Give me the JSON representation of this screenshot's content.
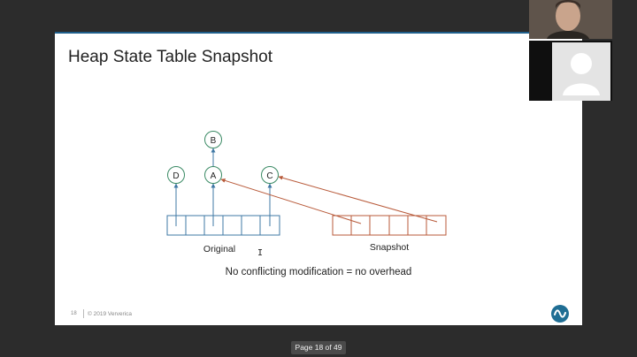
{
  "slide": {
    "title": "Heap State Table Snapshot",
    "diagram": {
      "nodes": {
        "b": "B",
        "d": "D",
        "a": "A",
        "c": "C"
      },
      "original_label": "Original",
      "snapshot_label": "Snapshot"
    },
    "caption": "No conflicting modification = no overhead",
    "footer": {
      "page_number": "18",
      "copyright": "© 2019 Ververica"
    }
  },
  "viewer": {
    "page_indicator": "Page 18 of 49"
  },
  "colors": {
    "blue": "#3f78a4",
    "red": "#b85a3a",
    "title_bar": "#1f5f8b",
    "logo": "#1f6e94"
  },
  "icons": {
    "logo": "ververica-logo-icon",
    "participant": "person-silhouette-icon"
  }
}
